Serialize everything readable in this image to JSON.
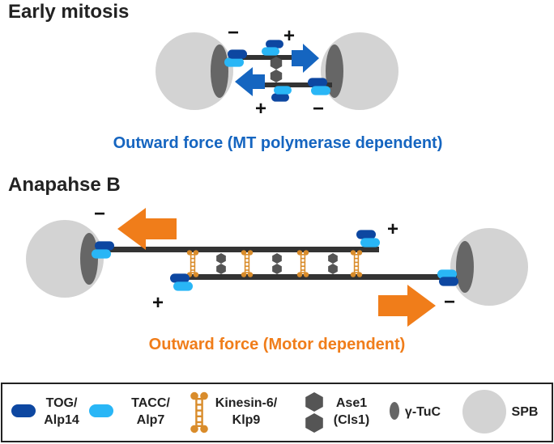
{
  "sections": [
    {
      "title": "Early mitosis",
      "caption": "Outward force (MT polymerase dependent)"
    },
    {
      "title": "Anapahse B",
      "caption": "Outward force (Motor dependent)"
    }
  ],
  "signs": {
    "minus": "−",
    "plus": "+"
  },
  "legend": [
    {
      "icon": "tog-alp14-icon",
      "line1": "TOG/",
      "line2": "Alp14"
    },
    {
      "icon": "tacc-alp7-icon",
      "line1": "TACC/",
      "line2": "Alp7"
    },
    {
      "icon": "kinesin6-klp9-icon",
      "line1": "Kinesin-6/",
      "line2": "Klp9"
    },
    {
      "icon": "ase1-cls1-icon",
      "line1": "Ase1",
      "line2": "(Cls1)"
    },
    {
      "icon": "gamma-tuc-icon",
      "line1": "γ-TuC",
      "line2": ""
    },
    {
      "icon": "spb-icon",
      "line1": "SPB",
      "line2": ""
    }
  ],
  "colors": {
    "tog": "#0d47a1",
    "tacc": "#29b6f6",
    "kinesin": "#d98c2b",
    "ase1": "#555555",
    "tuc": "#666666",
    "spb": "#d3d3d3",
    "microtubule": "#333333",
    "arrow_blue": "#1565c0",
    "arrow_orange": "#f07d1a"
  }
}
